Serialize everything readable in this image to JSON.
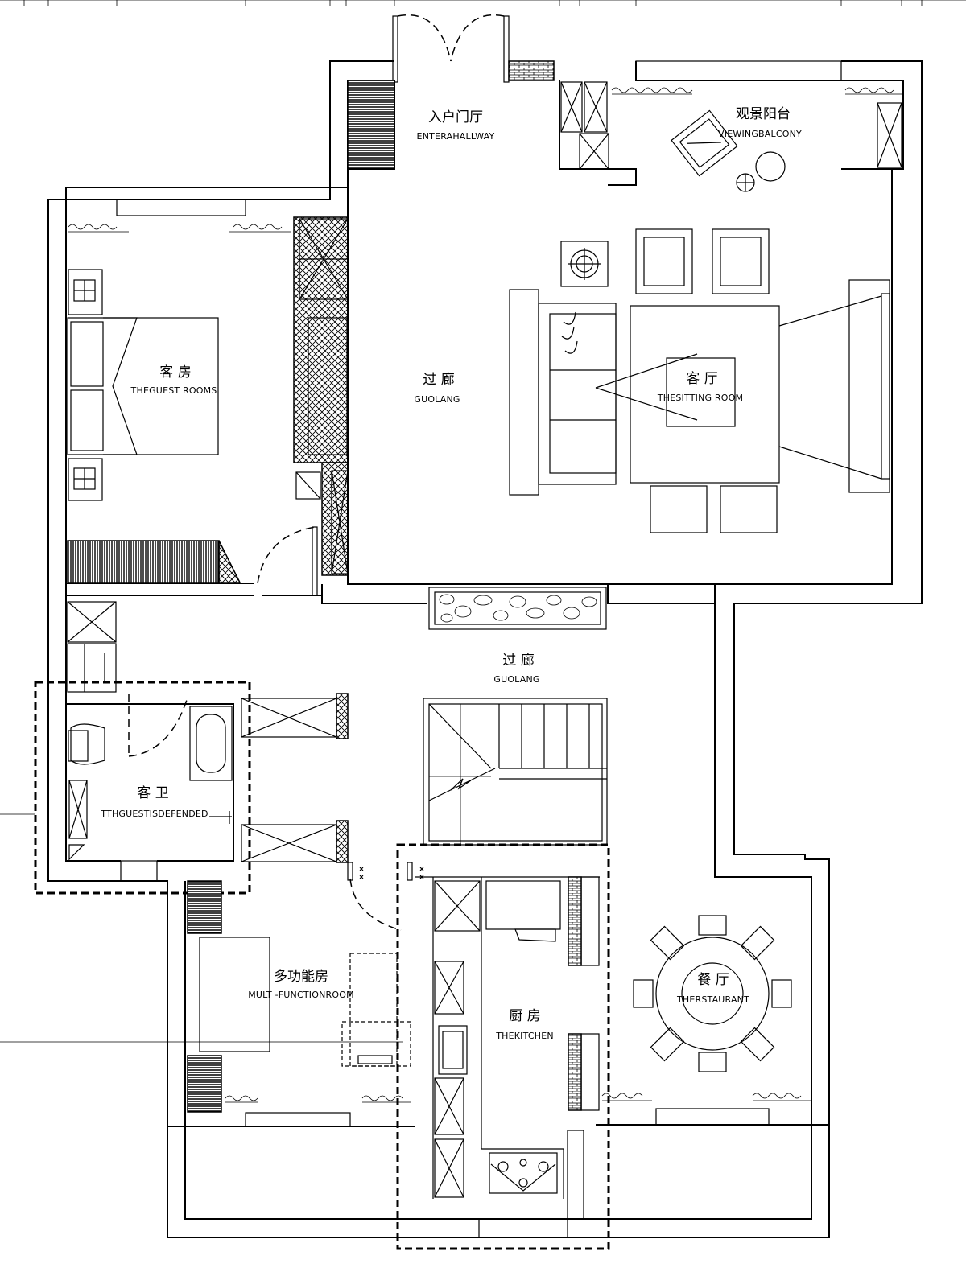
{
  "rooms": {
    "entry_hall": {
      "cn": "入户门厅",
      "en": "ENTERAHALLWAY"
    },
    "balcony": {
      "cn": "观景阳台",
      "en": "VIEWINGBALCONY"
    },
    "guest_room": {
      "cn": "客 房",
      "en": "THEGUEST ROOMS"
    },
    "corridor_1": {
      "cn": "过 廊",
      "en": "GUOLANG"
    },
    "living": {
      "cn": "客 厅",
      "en": "THESITTING ROOM"
    },
    "corridor_2": {
      "cn": "过 廊",
      "en": "GUOLANG"
    },
    "guest_bath": {
      "cn": "客 卫",
      "en": "TTHGUESTISDEFENDED"
    },
    "multi_room": {
      "cn": "多功能房",
      "en": "MULT -FUNCTIONROOM"
    },
    "kitchen": {
      "cn": "厨 房",
      "en": "THEKITCHEN"
    },
    "dining": {
      "cn": "餐 厅",
      "en": "THERSTAURANT"
    }
  },
  "colors": {
    "line": "#000000",
    "background": "#ffffff"
  }
}
